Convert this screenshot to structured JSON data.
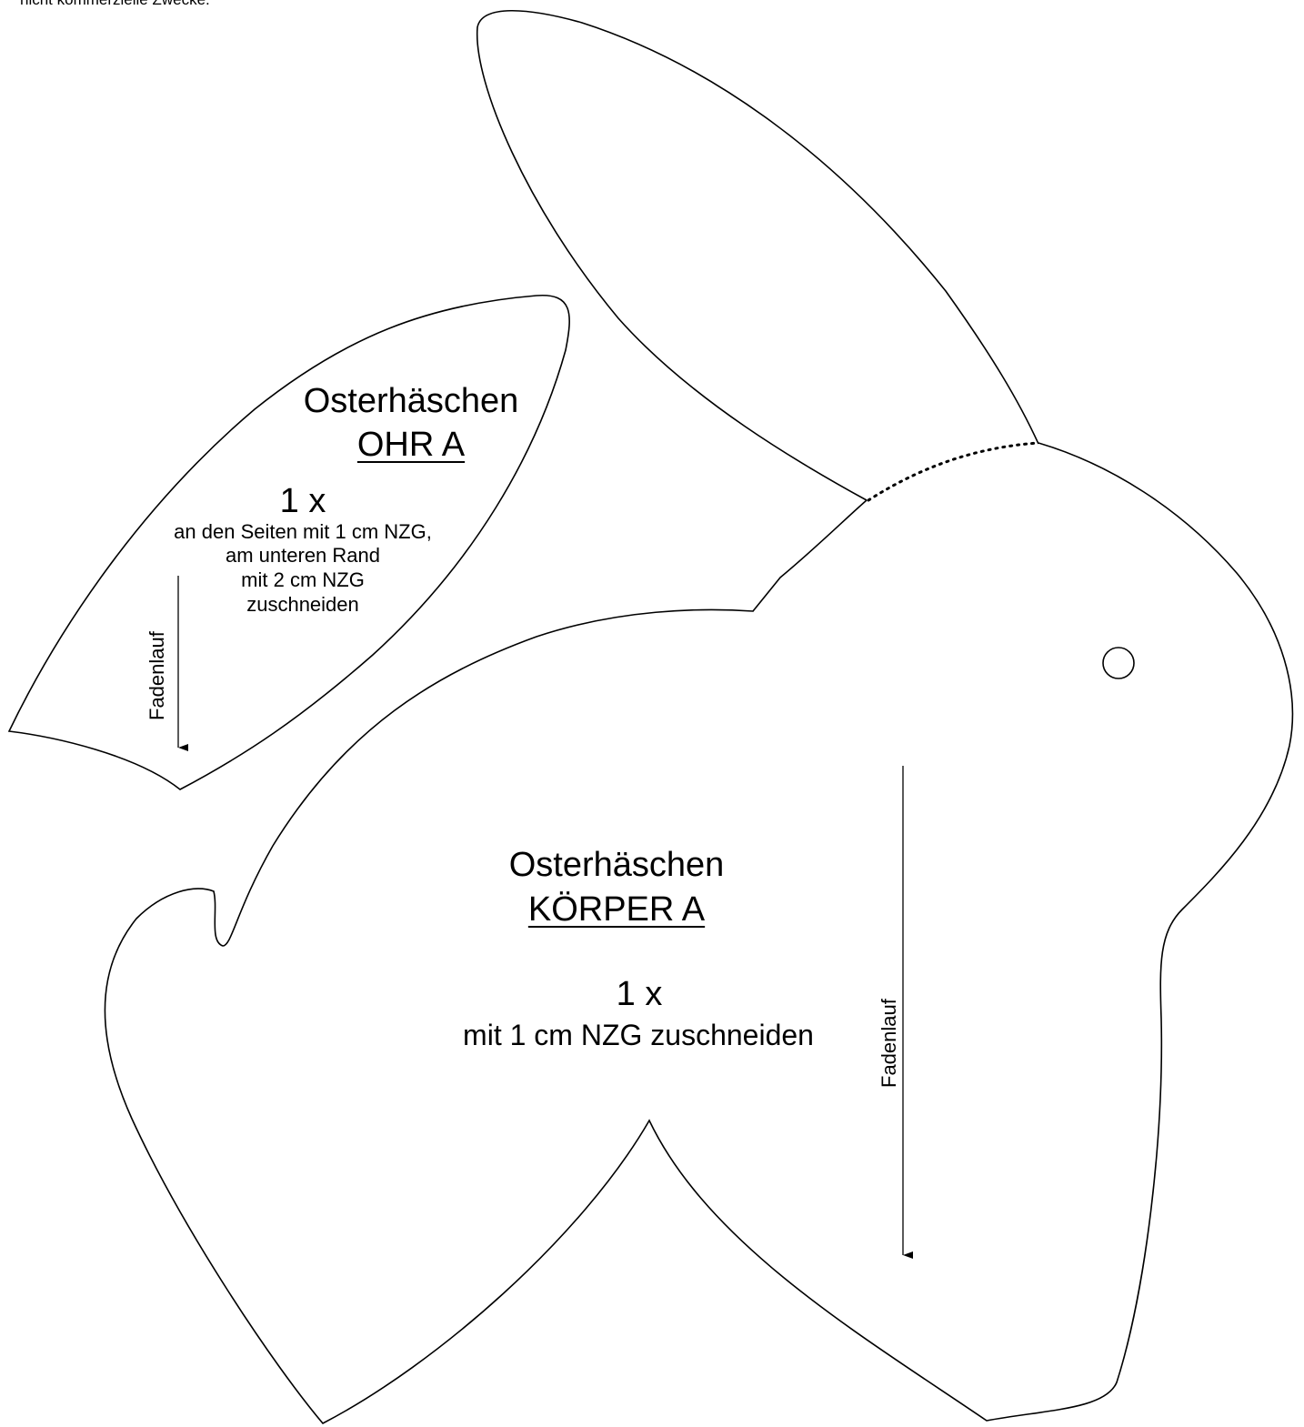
{
  "header": {
    "notice": "nicht kommerzielle Zwecke."
  },
  "ear": {
    "title": "Osterhäschen",
    "part": "OHR A",
    "quantity": "1 x",
    "instructions": [
      "an den Seiten mit 1 cm NZG,",
      "am unteren Rand",
      "mit 2 cm NZG",
      "zuschneiden"
    ],
    "grain_label": "Fadenlauf"
  },
  "body": {
    "title": "Osterhäschen",
    "part": "KÖRPER A",
    "quantity": "1 x",
    "instruction": "mit 1 cm NZG zuschneiden",
    "grain_label": "Fadenlauf"
  },
  "colors": {
    "line": "#000000",
    "paper": "#ffffff"
  }
}
